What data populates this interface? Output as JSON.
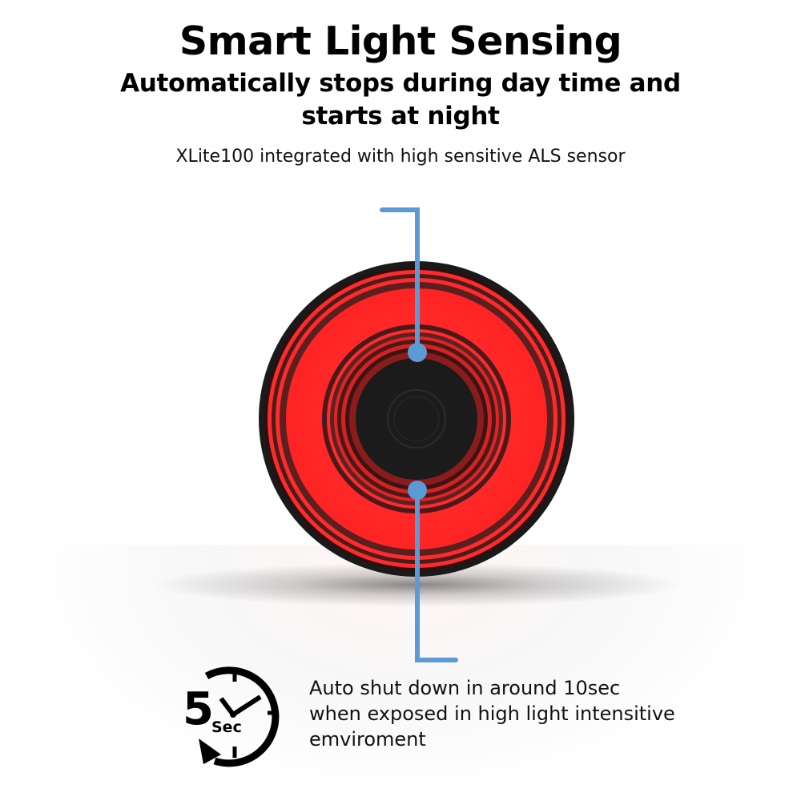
{
  "header": {
    "title": "Smart Light Sensing",
    "subtitle": "Automatically stops during day time and starts at night"
  },
  "callouts": {
    "sensor": {
      "label": "XLite100 integrated with high sensitive ALS sensor"
    },
    "auto_shutdown": {
      "label": "Auto shut down in around 10sec when exposed in high light intensitive emviroment",
      "icon": "clock-5-sec-icon",
      "icon_number": "5",
      "icon_unit": "Sec"
    }
  },
  "product": {
    "name": "XLite100",
    "icon": "tail-light-product"
  },
  "colors": {
    "callout_line": "#5B9BD5",
    "light_red": "#FF2A2A",
    "ring_dark": "#3a1515",
    "center_black": "#1b1b1b",
    "text": "#000000"
  }
}
